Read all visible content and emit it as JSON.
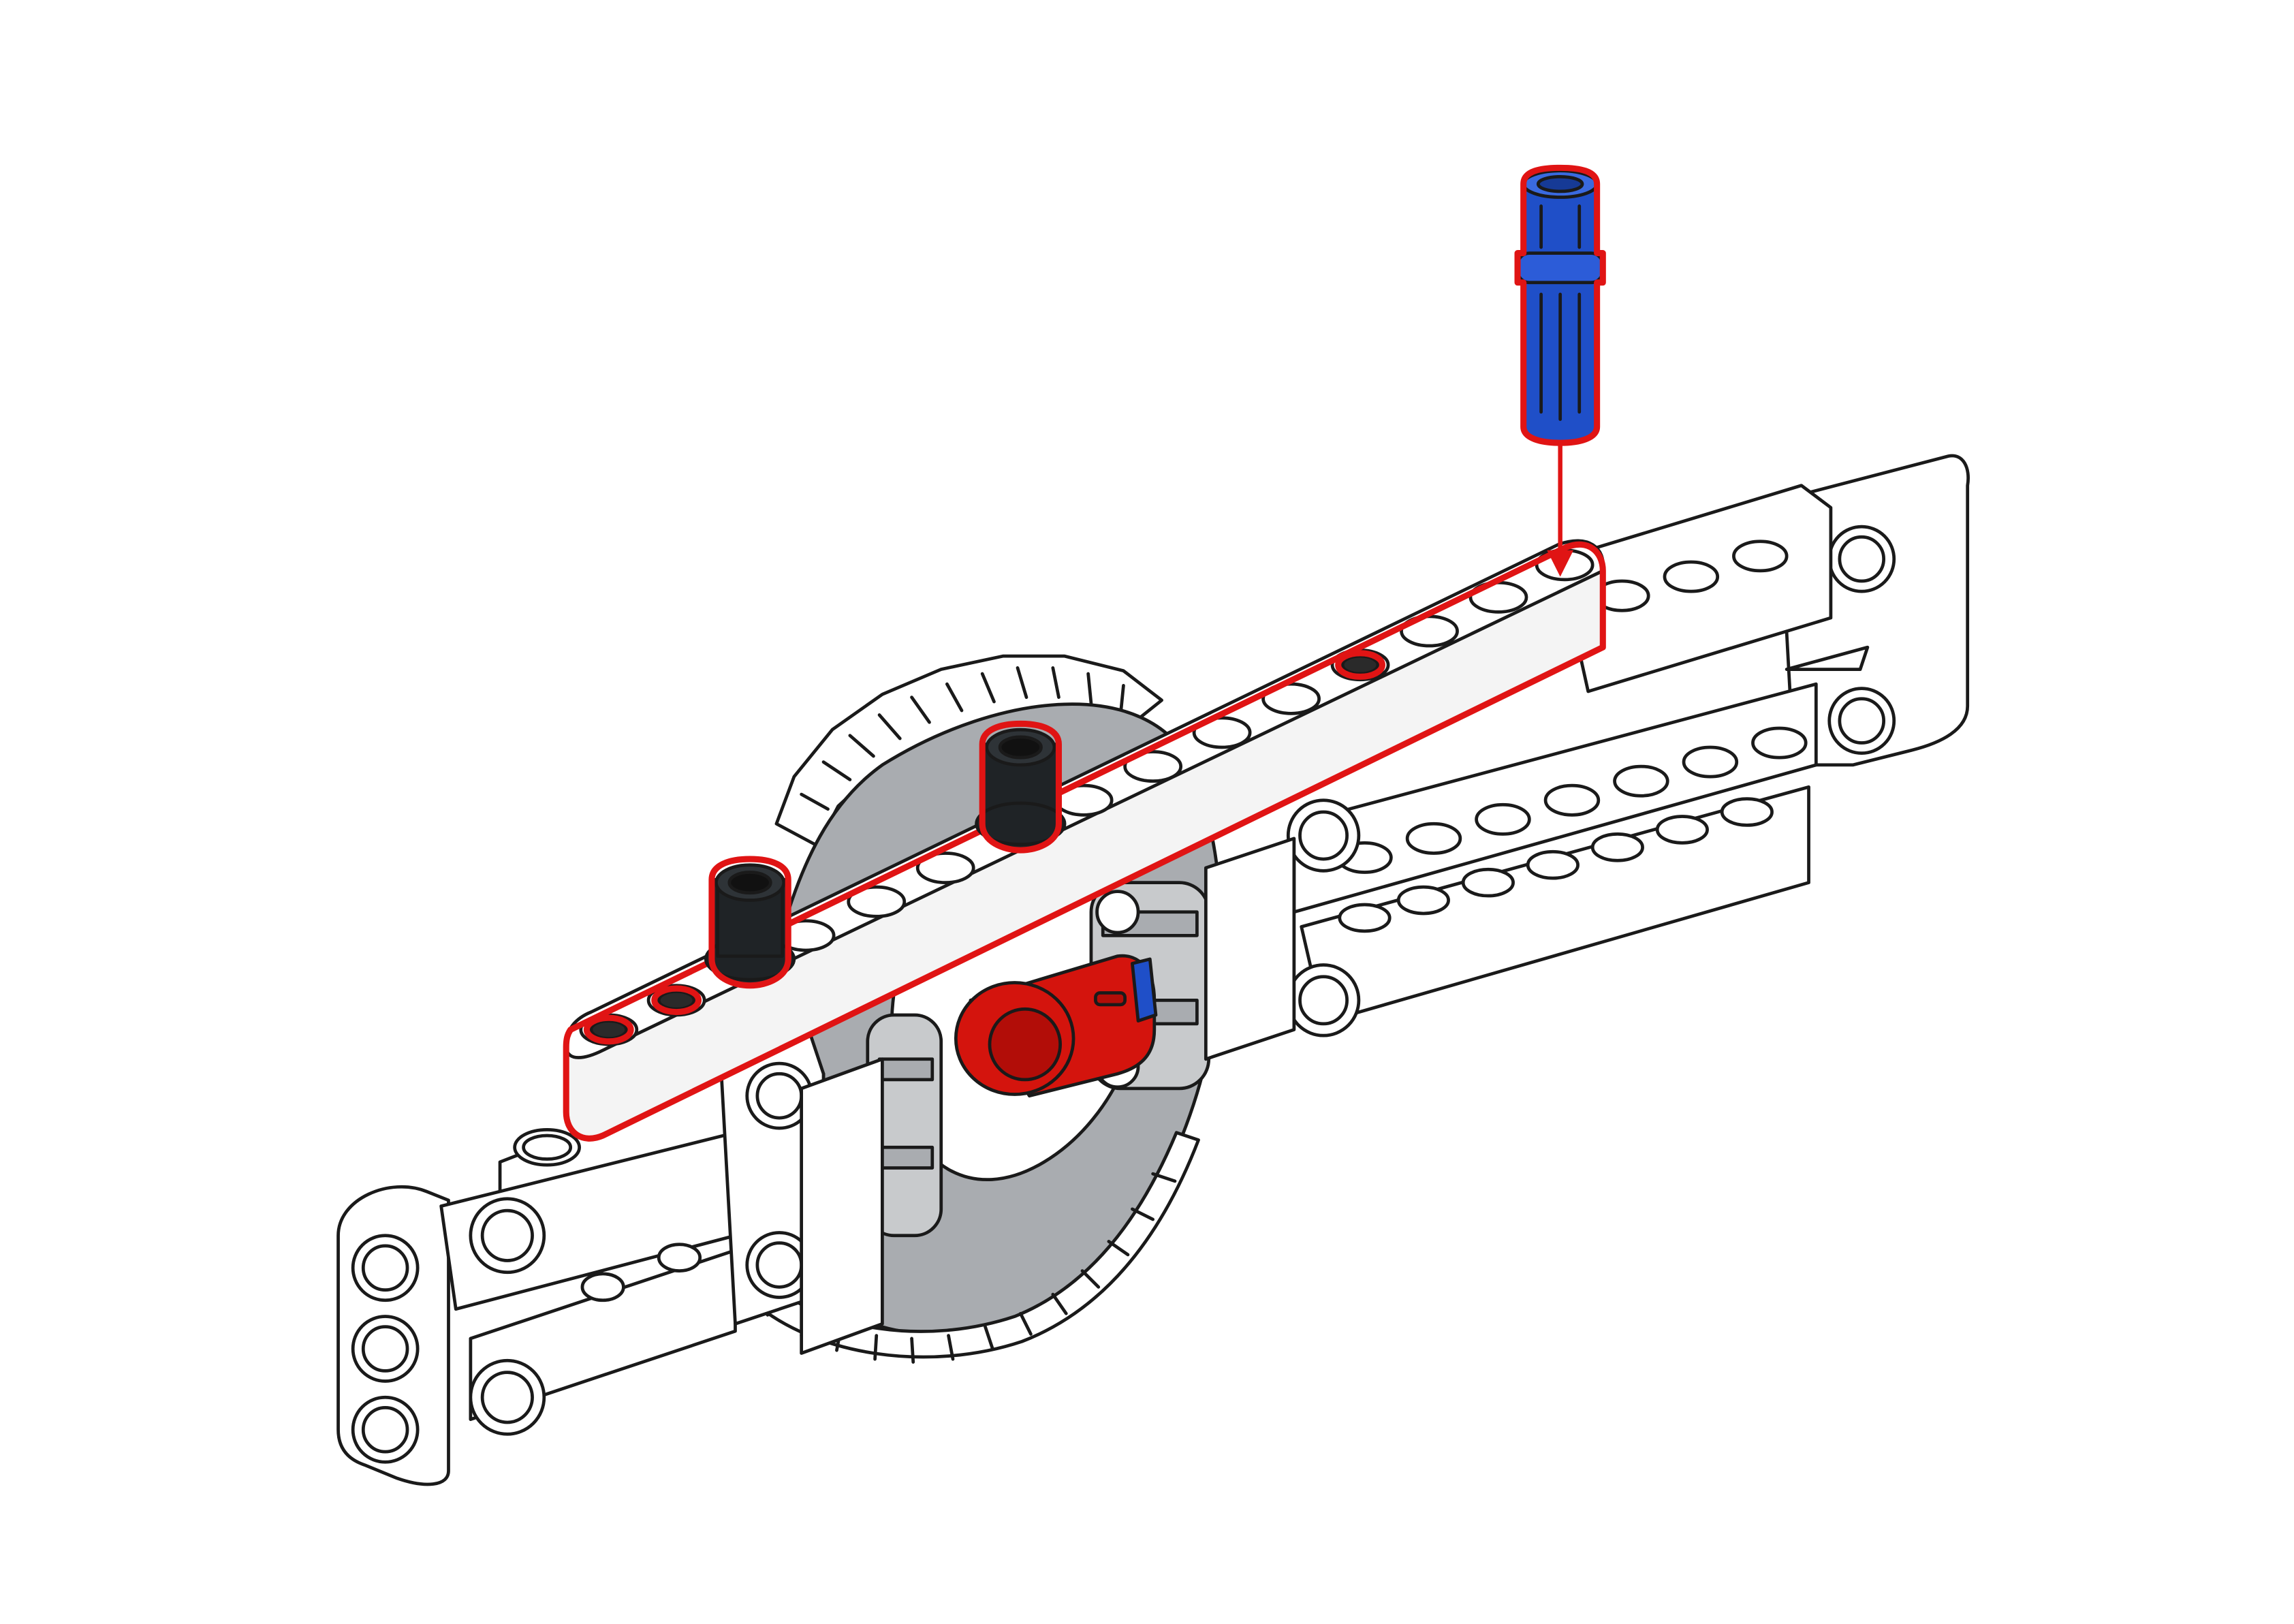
{
  "instruction": {
    "highlight_color": "#e01414",
    "new_part": {
      "name": "long-blue-pin",
      "color": "#1f4fc8"
    },
    "other_parts": [
      {
        "name": "black-friction-pin",
        "color": "#1f2326",
        "count": 2
      },
      {
        "name": "red-axle-pin-connector",
        "color": "#d4140d",
        "count": 1
      },
      {
        "name": "light-gray-gear-large",
        "color": "#a9acb0",
        "count": 1
      },
      {
        "name": "white-beam-15",
        "color": "#ffffff",
        "count": 1
      }
    ],
    "arrow_direction": "down"
  }
}
